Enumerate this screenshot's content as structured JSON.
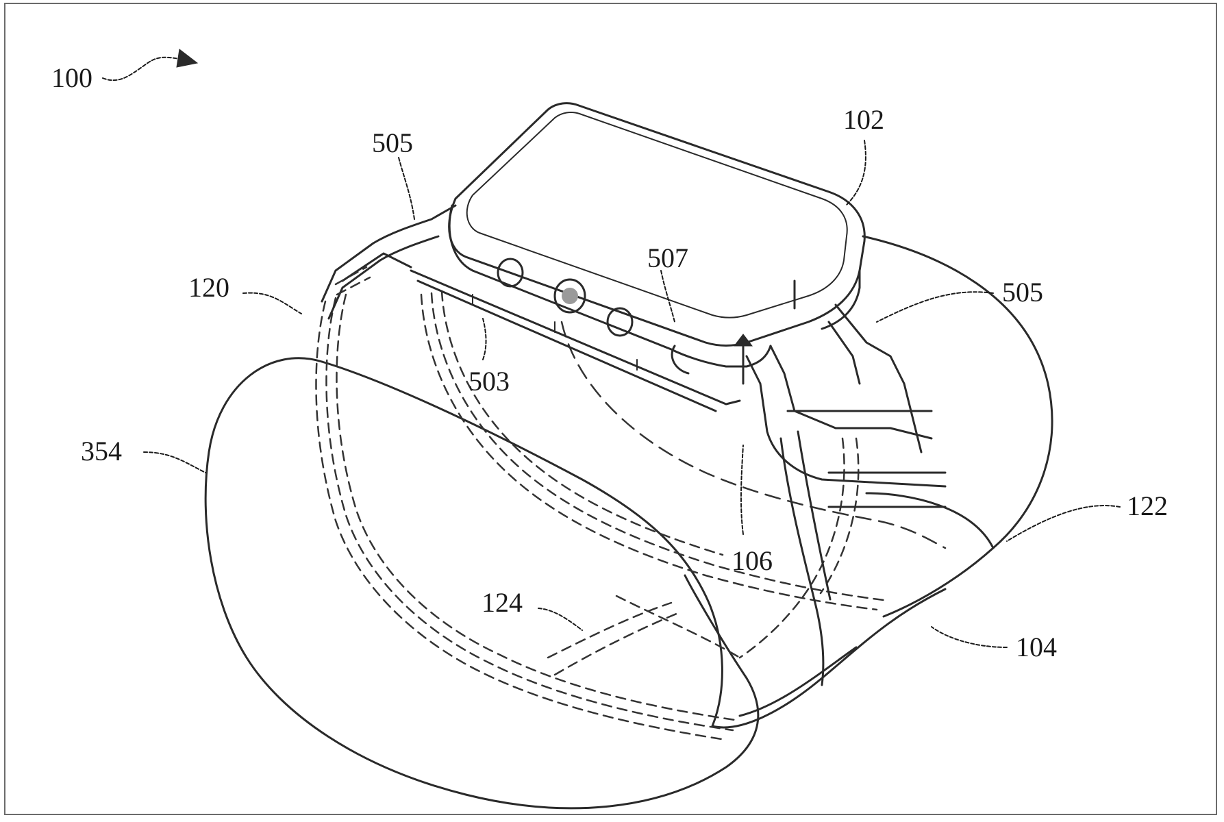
{
  "figure": {
    "reference_numerals": {
      "device": "100",
      "watch_body": "102",
      "band": "104",
      "cavity": "106",
      "band_end_left": "120",
      "band_end_right": "122",
      "band_inner": "124",
      "strap": "354",
      "channel": "503",
      "attachment_left": "505",
      "attachment_right": "505",
      "button": "507"
    }
  }
}
